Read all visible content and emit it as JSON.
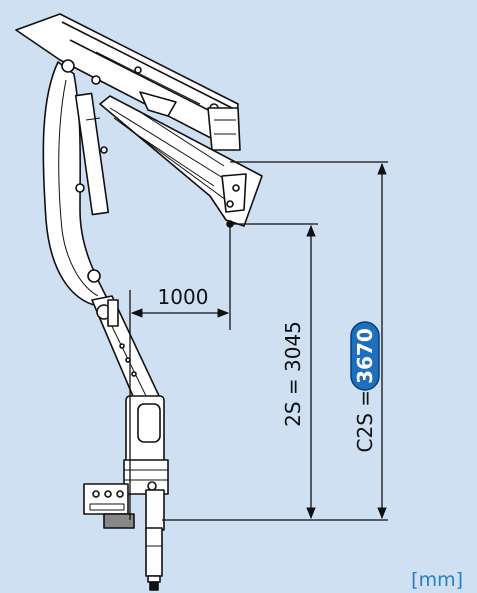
{
  "dimensions": {
    "horizontal_reach": "1000",
    "height_2s": "2S = 3045",
    "height_c2s_prefix": "C2S = ",
    "height_c2s_value": "3670"
  },
  "unit_label": "[mm]",
  "colors": {
    "background": "#cfe0f3",
    "highlight_badge": "#1f6fbf",
    "unit_text": "#2a7cc7",
    "machine_fill": "#ffffff",
    "machine_stroke": "#111111"
  }
}
